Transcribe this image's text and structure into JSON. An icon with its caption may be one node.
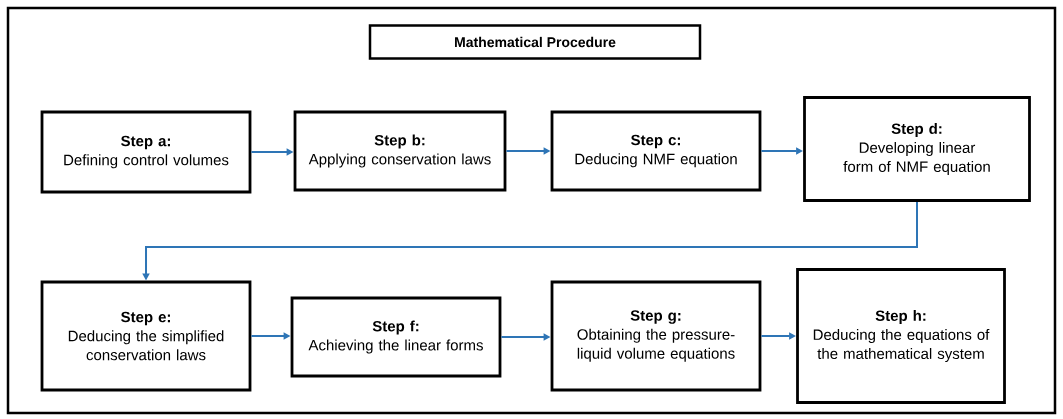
{
  "diagram": {
    "title": "Mathematical Procedure",
    "nodes": [
      {
        "text": [
          "Step a:",
          "Defining control volumes"
        ]
      },
      {
        "text": [
          "Step b:",
          "Applying conservation laws"
        ]
      },
      {
        "text": [
          "Step c:",
          "Deducing NMF equation"
        ]
      },
      {
        "text": [
          "Step d:",
          "Developing linear form of NMF equation"
        ]
      },
      {
        "text": [
          "Step e:",
          "Deducing the simplified conservation laws"
        ]
      },
      {
        "text": [
          "Step f:",
          "Achieving the linear forms"
        ]
      },
      {
        "text": [
          "Step g:",
          "Obtaining the pressure-liquid volume equations"
        ]
      },
      {
        "text": [
          "Step h:",
          "Deducing the equations of the mathematical system"
        ]
      }
    ],
    "edges": [
      {
        "from": 0,
        "to": 1,
        "arrow": "to"
      },
      {
        "from": 1,
        "to": 2,
        "arrow": "to"
      },
      {
        "from": 2,
        "to": 3,
        "arrow": "to"
      },
      {
        "from": 3,
        "to": 4,
        "arrow": "to"
      },
      {
        "from": 4,
        "to": 5,
        "arrow": "to"
      },
      {
        "from": 5,
        "to": 6,
        "arrow": "to"
      },
      {
        "from": 6,
        "to": 7,
        "arrow": "to"
      }
    ]
  }
}
